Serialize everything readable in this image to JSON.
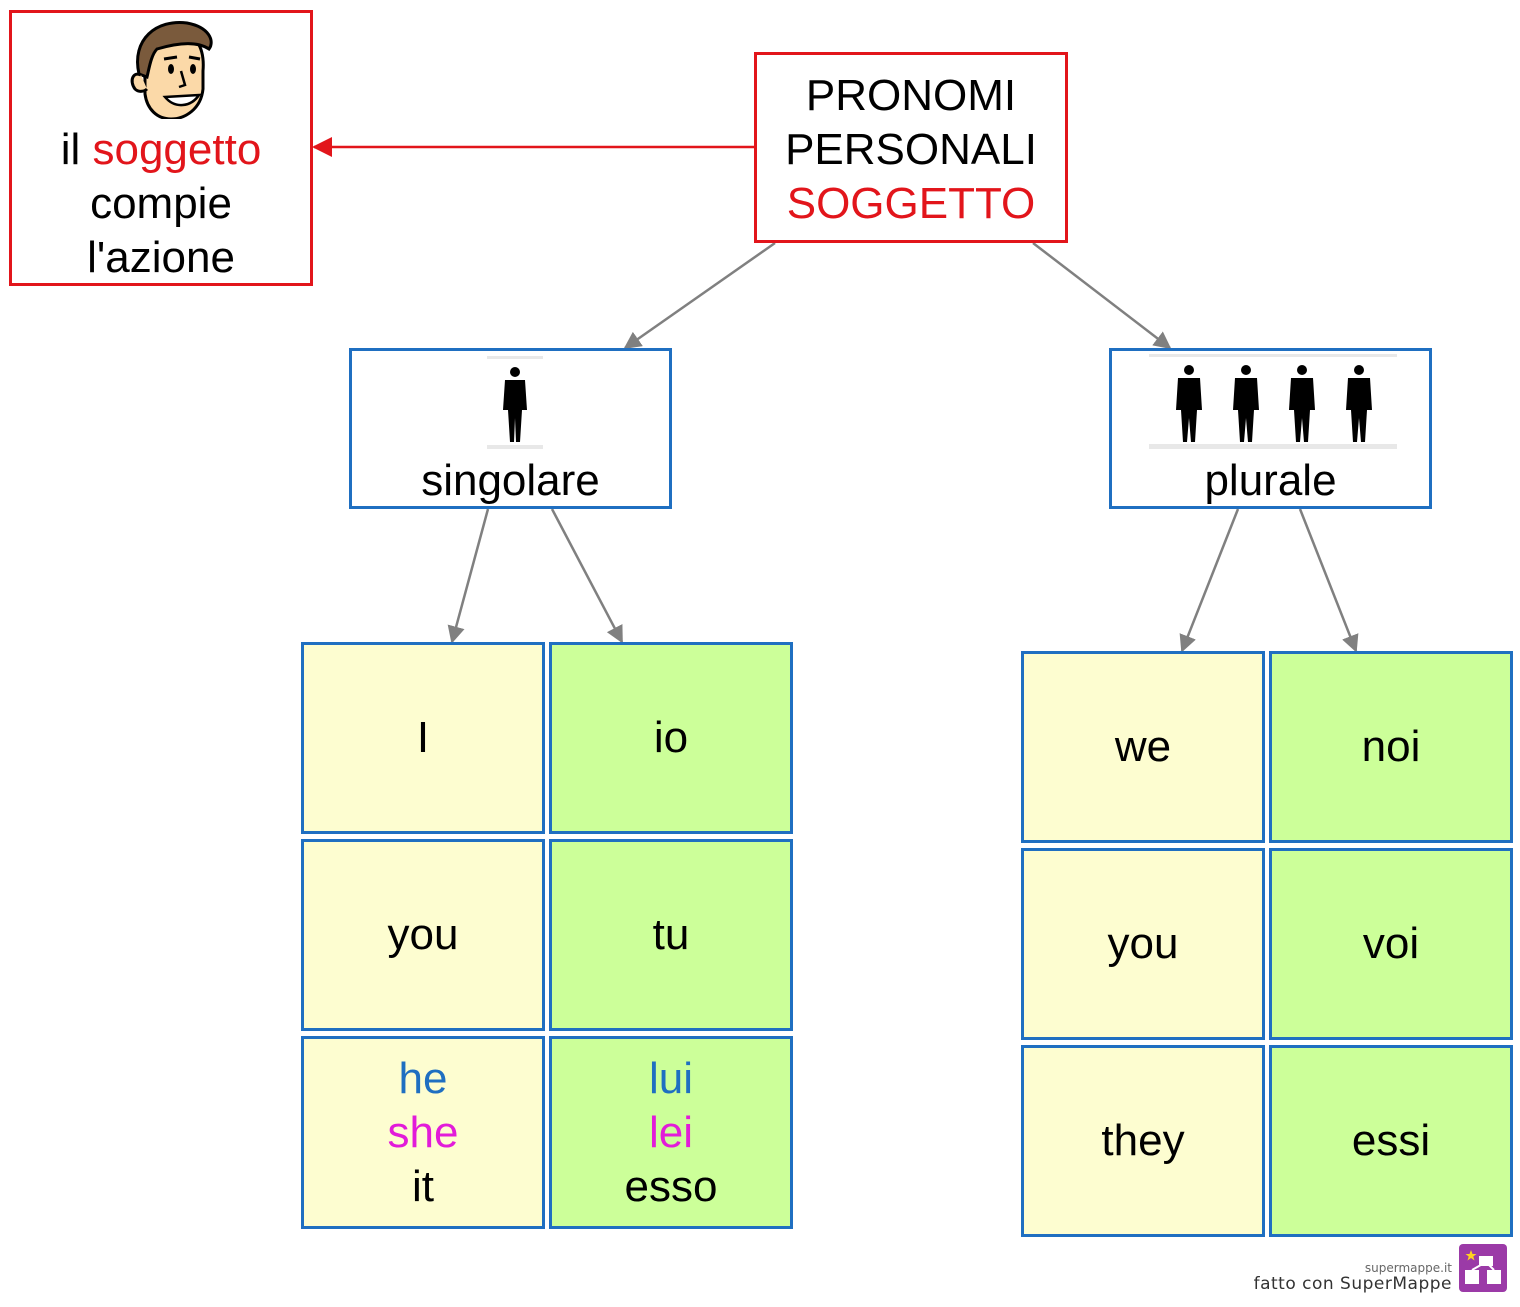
{
  "colors": {
    "red": "#e2151b",
    "blue_border": "#1f6fc1",
    "english_cell_bg": "#fdfdd0",
    "italian_cell_bg": "#ccff99",
    "magenta": "#e21bd9",
    "arrow_gray": "#808080"
  },
  "icons": {
    "face": "man-face-icon",
    "single_person": "person-silhouette-icon",
    "group": "group-of-people-icon",
    "logo": "supermappe-logo"
  },
  "definition": {
    "word1": "il",
    "word2": "soggetto",
    "line2": "compie",
    "line3": "l'azione"
  },
  "title": {
    "line1": "PRONOMI",
    "line2": "PERSONALI",
    "line3": "SOGGETTO"
  },
  "singular": {
    "label": "singolare",
    "rows": [
      {
        "en": [
          "I"
        ],
        "it": [
          "io"
        ]
      },
      {
        "en": [
          "you"
        ],
        "it": [
          "tu"
        ]
      },
      {
        "en": [
          "he",
          "she",
          "it"
        ],
        "it": [
          "lui",
          "lei",
          "esso"
        ]
      }
    ]
  },
  "plural": {
    "label": "plurale",
    "rows": [
      {
        "en": [
          "we"
        ],
        "it": [
          "noi"
        ]
      },
      {
        "en": [
          "you"
        ],
        "it": [
          "voi"
        ]
      },
      {
        "en": [
          "they"
        ],
        "it": [
          "essi"
        ]
      }
    ]
  },
  "footer": {
    "site": "supermappe.it",
    "credit": "fatto con SuperMappe"
  }
}
